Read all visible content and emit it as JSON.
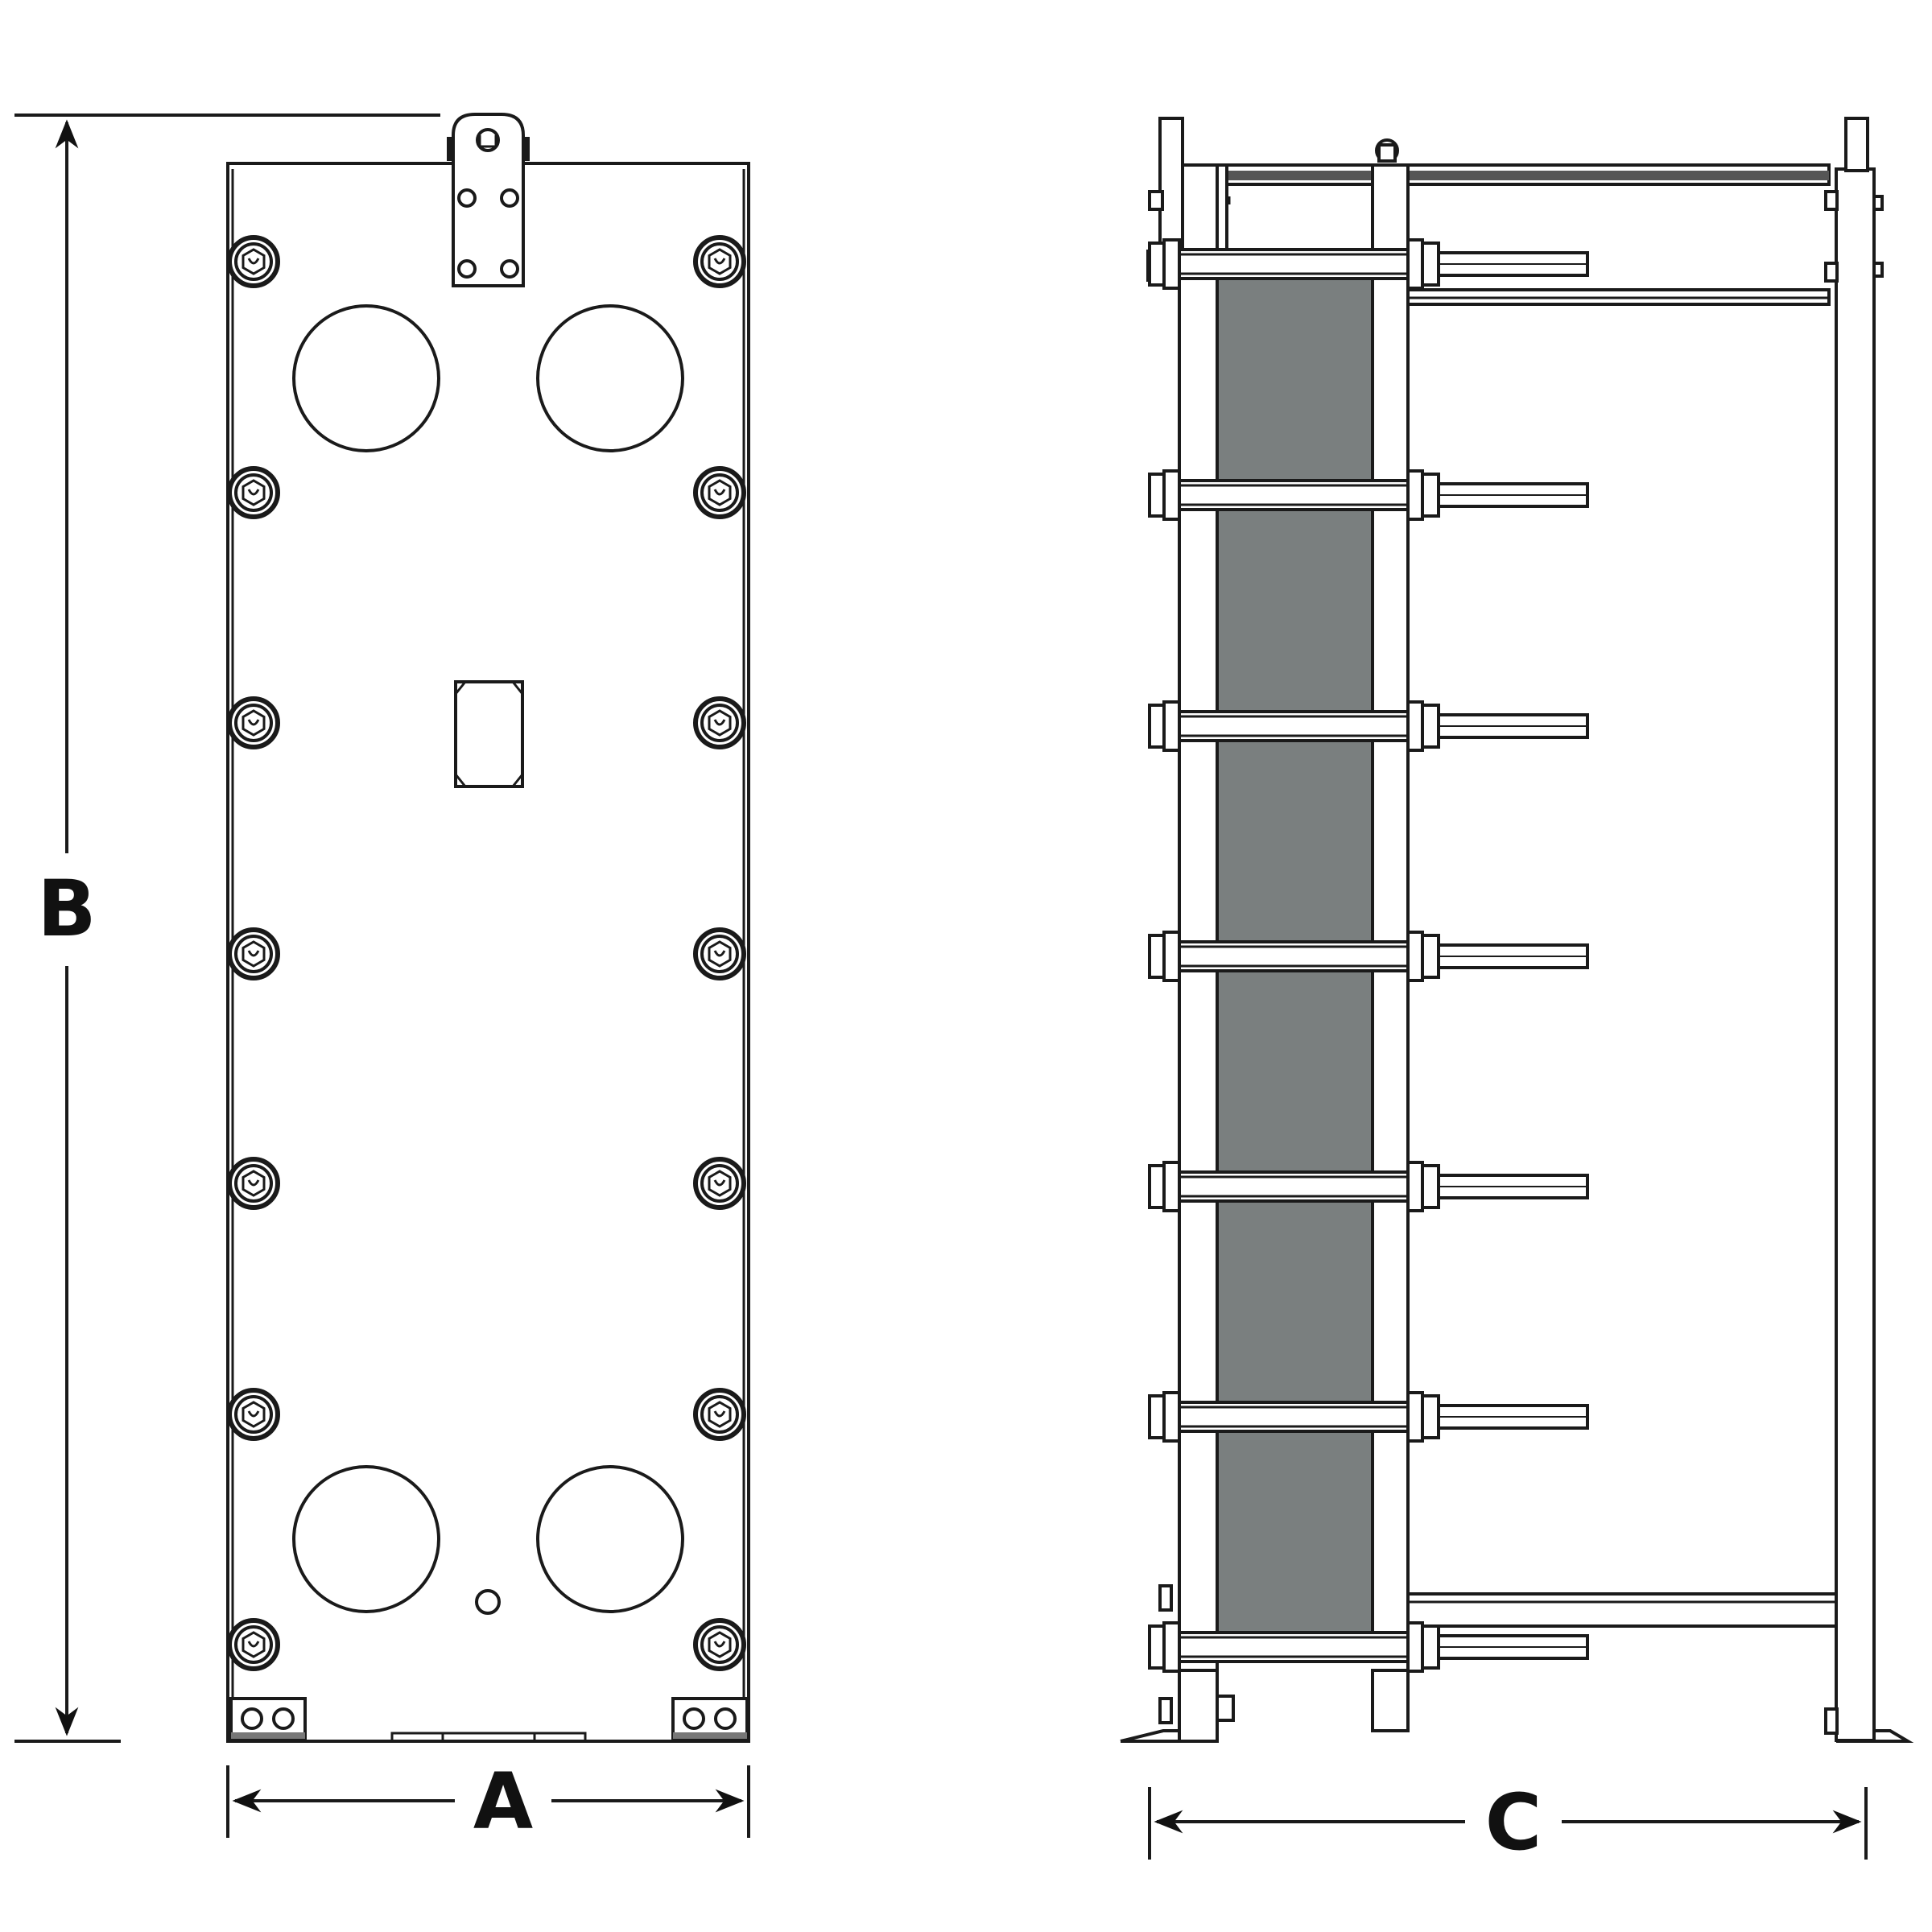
{
  "dimensions": {
    "a_label": "A",
    "b_label": "B",
    "c_label": "C"
  },
  "colors": {
    "line": "#1a1a1a",
    "plate_pack": "#7a7f7f",
    "background": "#ffffff"
  },
  "icons": {
    "arrow": "dimension-arrow",
    "bolt": "hex-bolt-icon",
    "port": "port-opening"
  }
}
